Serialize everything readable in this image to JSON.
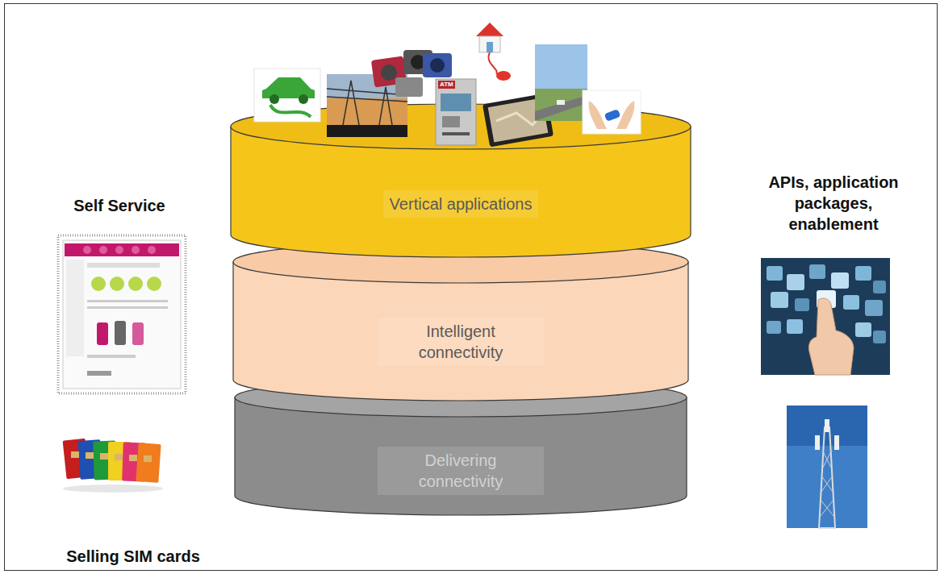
{
  "diagram": {
    "nodes": [
      {
        "text": [
          "Vertical applications"
        ]
      },
      {
        "text": [
          "Intelligent connectivity"
        ]
      },
      {
        "text": [
          "Delivering connectivity"
        ]
      }
    ],
    "labels": [
      "Self Service",
      "Selling SIM cards",
      "APIs, application packages, enablement",
      "ATM"
    ]
  }
}
